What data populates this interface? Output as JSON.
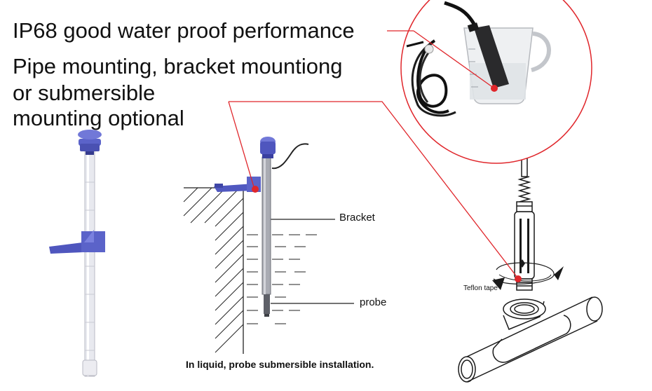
{
  "headline": {
    "line1": "IP68 good water proof performance",
    "line2": "Pipe mounting, bracket mountiong",
    "line3": "or submersible",
    "line4": "mounting optional"
  },
  "labels": {
    "bracket": "Bracket",
    "probe": "probe",
    "caption": "In liquid, probe submersible installation.",
    "teflon": "Teflon tape"
  },
  "colors": {
    "callout": "#e0262b",
    "mount_cap": "#5b63c9",
    "pipe": "#e8e9ef",
    "line_art": "#222222"
  }
}
